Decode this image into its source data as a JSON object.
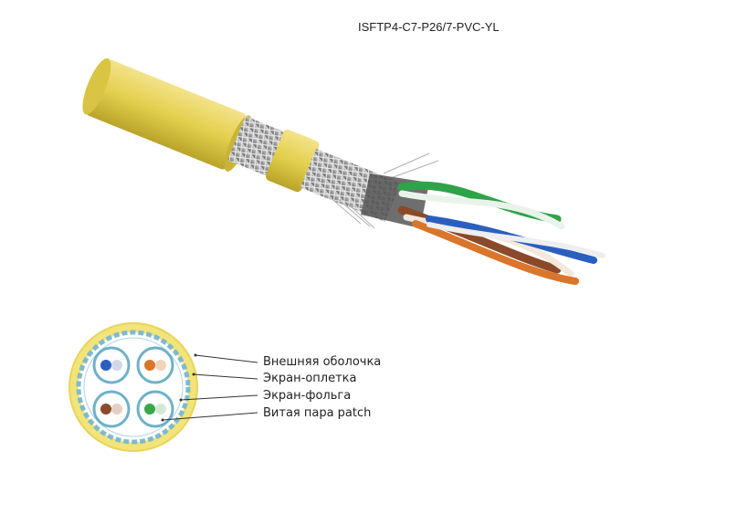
{
  "title": "ISFTP4-C7-P26/7-PVC-YL",
  "legend": [
    {
      "label": "Внешняя оболочка"
    },
    {
      "label": "Экран-оплетка"
    },
    {
      "label": "Экран-фольга"
    },
    {
      "label": "Витая пара patch"
    }
  ],
  "colors": {
    "jacket": "#e8d456",
    "braid": "#a9a9a9",
    "foil": "#6fb1c8",
    "pair_blue": "#2a5fbf",
    "pair_orange": "#d9762b",
    "pair_brown": "#8a4a2a",
    "pair_green": "#3aa84a"
  }
}
